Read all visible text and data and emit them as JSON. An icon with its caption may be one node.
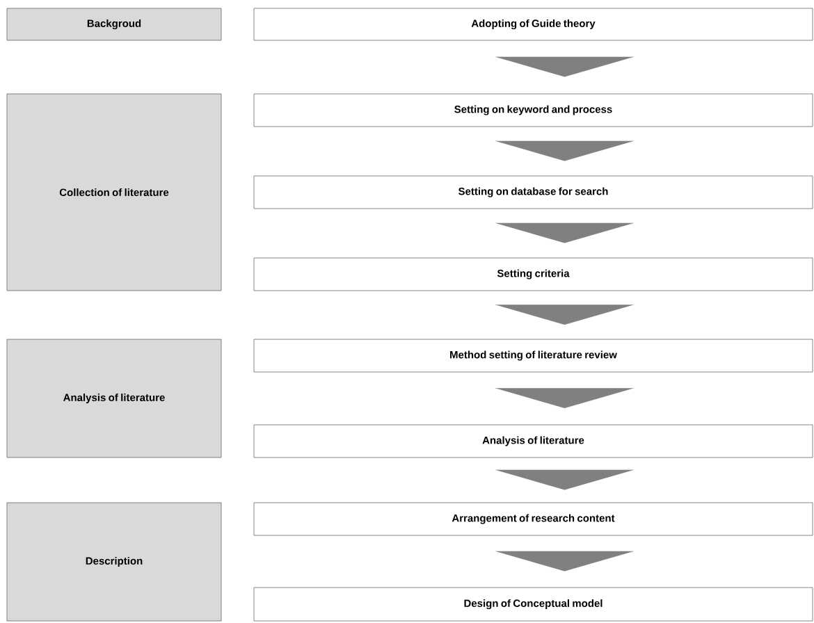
{
  "diagram": {
    "nodes": [
      {
        "text": [
          "Backgroud"
        ]
      },
      {
        "text": [
          "Adopting of Guide theory"
        ]
      },
      {
        "text": [
          "Collection of literature"
        ]
      },
      {
        "text": [
          "Setting on keyword and process"
        ]
      },
      {
        "text": [
          "Setting on database for search"
        ]
      },
      {
        "text": [
          "Setting criteria"
        ]
      },
      {
        "text": [
          "Analysis of literature"
        ]
      },
      {
        "text": [
          "Method setting of literature review"
        ]
      },
      {
        "text": [
          "Analysis of literature"
        ]
      },
      {
        "text": [
          "Description"
        ]
      },
      {
        "text": [
          "Arrangement of research content"
        ]
      },
      {
        "text": [
          "Design of Conceptual model"
        ]
      }
    ],
    "edges": [
      {
        "from": 1,
        "to": 3,
        "arrow": "to"
      },
      {
        "from": 3,
        "to": 4,
        "arrow": "to"
      },
      {
        "from": 4,
        "to": 5,
        "arrow": "to"
      },
      {
        "from": 5,
        "to": 7,
        "arrow": "to"
      },
      {
        "from": 7,
        "to": 8,
        "arrow": "to"
      },
      {
        "from": 8,
        "to": 10,
        "arrow": "to"
      },
      {
        "from": 10,
        "to": 11,
        "arrow": "to"
      }
    ]
  }
}
